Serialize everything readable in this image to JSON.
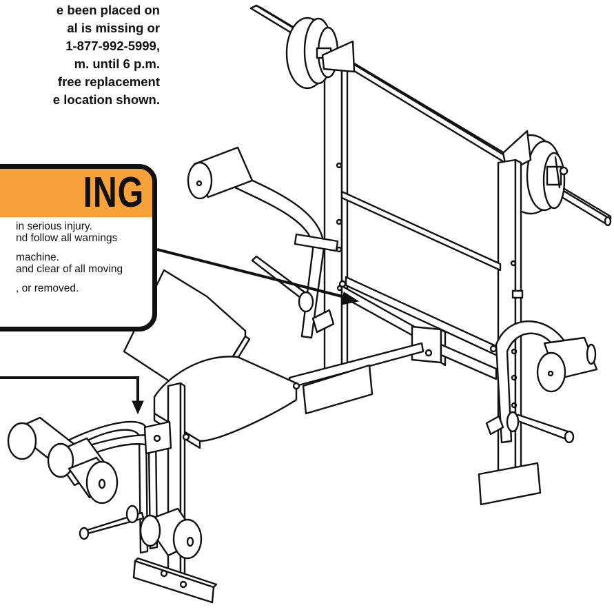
{
  "intro_text": {
    "line1": "e been placed on",
    "line2": "al is missing or",
    "line3": "1-877-992-5999,",
    "line4": "m. until 6 p.m.",
    "line5": "free replacement",
    "line6": "e location shown."
  },
  "warning_label": {
    "title": "ING",
    "line1": "in serious injury.",
    "line2": "nd follow all warnings",
    "line3": "machine.",
    "line4": "and clear of all moving",
    "line5": ", or removed."
  },
  "colors": {
    "warning_orange": "#f6a13a",
    "ink": "#111111",
    "paper": "#ffffff"
  }
}
